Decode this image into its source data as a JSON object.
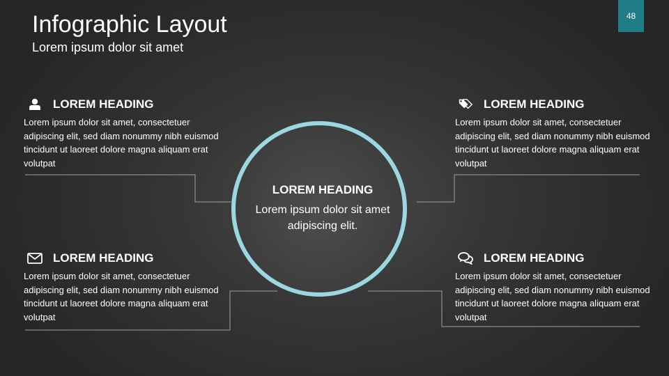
{
  "slide": {
    "title": "Infographic Layout",
    "subtitle": "Lorem ipsum dolor sit amet",
    "page_number": "48"
  },
  "center": {
    "heading": "LOREM HEADING",
    "body": "Lorem ipsum dolor sit amet adipiscing elit."
  },
  "blocks": [
    {
      "icon": "user-icon",
      "heading": "LOREM HEADING",
      "body": "Lorem ipsum dolor sit amet, consectetuer adipiscing elit, sed diam nonummy nibh euismod tincidunt ut laoreet dolore magna aliquam erat volutpat"
    },
    {
      "icon": "tags-icon",
      "heading": "LOREM HEADING",
      "body": "Lorem ipsum dolor sit amet, consectetuer adipiscing elit, sed diam nonummy nibh euismod tincidunt ut laoreet dolore magna aliquam erat volutpat"
    },
    {
      "icon": "envelope-icon",
      "heading": "LOREM HEADING",
      "body": "Lorem ipsum dolor sit amet, consectetuer adipiscing elit, sed diam nonummy nibh euismod tincidunt ut laoreet dolore magna aliquam erat volutpat"
    },
    {
      "icon": "chat-icon",
      "heading": "LOREM HEADING",
      "body": "Lorem ipsum dolor sit amet, consectetuer adipiscing elit, sed diam nonummy nibh euismod tincidunt ut laoreet dolore magna aliquam erat volutpat"
    }
  ],
  "colors": {
    "accent_ring": "#9ad7e0",
    "page_badge": "#1e7d86",
    "connector_line": "#a0a0a0"
  }
}
